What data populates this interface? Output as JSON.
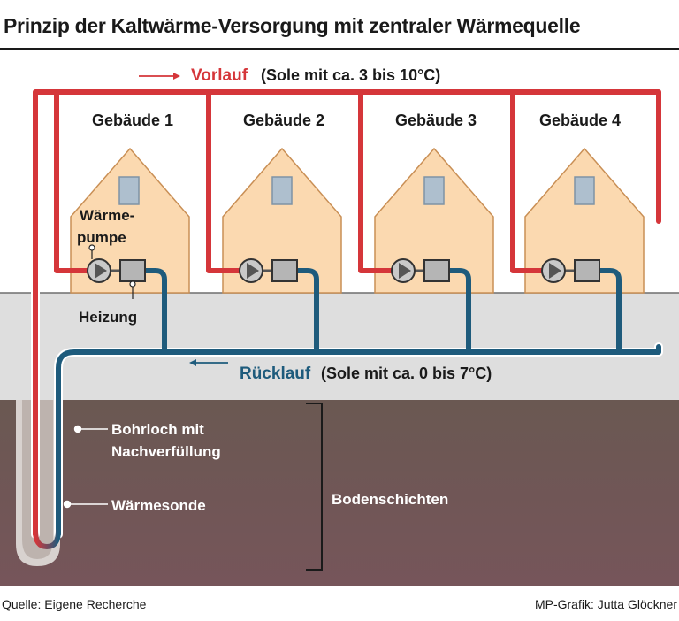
{
  "title": "Prinzip der Kaltwärme-Versorgung mit zentraler Wärmequelle",
  "flow": {
    "supply_label": "Vorlauf",
    "supply_note": "(Sole mit ca. 3 bis 10°C)",
    "return_label": "Rücklauf",
    "return_note": "(Sole mit ca. 0 bis 7°C)"
  },
  "buildings": [
    {
      "name": "Gebäude 1"
    },
    {
      "name": "Gebäude 2"
    },
    {
      "name": "Gebäude 3"
    },
    {
      "name": "Gebäude 4"
    }
  ],
  "callouts": {
    "heat_pump_line1": "Wärme-",
    "heat_pump_line2": "pumpe",
    "heating": "Heizung",
    "borehole_line1": "Bohrloch mit",
    "borehole_line2": "Nachverfüllung",
    "probe": "Wärmesonde",
    "soil": "Bodenschichten"
  },
  "footer": {
    "source": "Quelle: Eigene Recherche",
    "credit": "MP-Grafik: Jutta Glöckner"
  },
  "colors": {
    "supply": "#d5363a",
    "return": "#1e5b7c",
    "house": "#fbd9b0",
    "soil": "#6e5850",
    "surface": "#dedede"
  }
}
